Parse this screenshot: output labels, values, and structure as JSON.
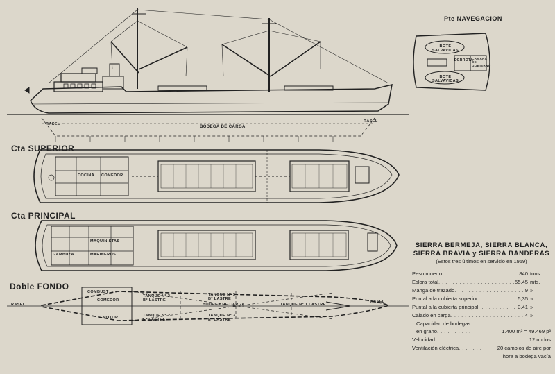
{
  "sections": {
    "navegacion": "Pte NAVEGACION",
    "superior": "Cta SUPERIOR",
    "principal": "Cta PRINCIPAL",
    "doble_fondo": "Doble FONDO"
  },
  "plan_labels": {
    "bodega_carga": "BODEGA DE CARGA",
    "rasel": "RASEL",
    "bote_salvavidas": "BOTE SALVAVIDAS",
    "derrota": "DERROTA",
    "camara_de_gobierno": "CAMARA DE GOBIERNO",
    "cocina": "COCINA",
    "comedor": "COMEDOR",
    "gambuza": "GAMBUZA",
    "marineros": "MARINEROS",
    "maquinistas": "MAQUINISTAS",
    "combust": "COMBUST",
    "motor": "MOTOR",
    "tanque_1_lastre": "TANQUE Nº 1 LASTRE",
    "tanque_2_br": "TANQUE Nº 2 Bº LASTRE",
    "tanque_2_er": "TANQUE Nº 2 Eº LASTRE",
    "tanque_3_br": "TANQUE Nº 3 Bº LASTRE",
    "tanque_3_er": "TANQUE Nº 3 Eº LASTRE"
  },
  "specs": {
    "ships_line1": "SIERRA BERMEJA, SIERRA BLANCA,",
    "ships_line2": "SIERRA BRAVIA y SIERRA BANDERAS",
    "note": "(Estos tres últimos en servicio en 1959)",
    "rows": [
      {
        "label": "Peso muerto",
        "value": "840",
        "unit": "tons."
      },
      {
        "label": "Eslora total",
        "value": "55,45",
        "unit": "mts."
      },
      {
        "label": "Manga de trazado",
        "value": "9",
        "unit": "»"
      },
      {
        "label": "Puntal a la cubierta superior",
        "value": "5,35",
        "unit": "»"
      },
      {
        "label": "Puntal a la cubierta principal",
        "value": "3,41",
        "unit": "»"
      },
      {
        "label": "Calado en carga",
        "value": "4",
        "unit": "»"
      }
    ],
    "capacidad_label": "Capacidad de bodegas",
    "capacidad_sub": "en grano",
    "capacidad_value": "1.400 m³ = 49.469 p³",
    "velocidad_label": "Velocidad",
    "velocidad_value": "12 nudos",
    "ventilacion_label": "Ventilación eléctrica",
    "ventilacion_value1": "20 cambios de aire por",
    "ventilacion_value2": "hora a bodega vacía"
  }
}
